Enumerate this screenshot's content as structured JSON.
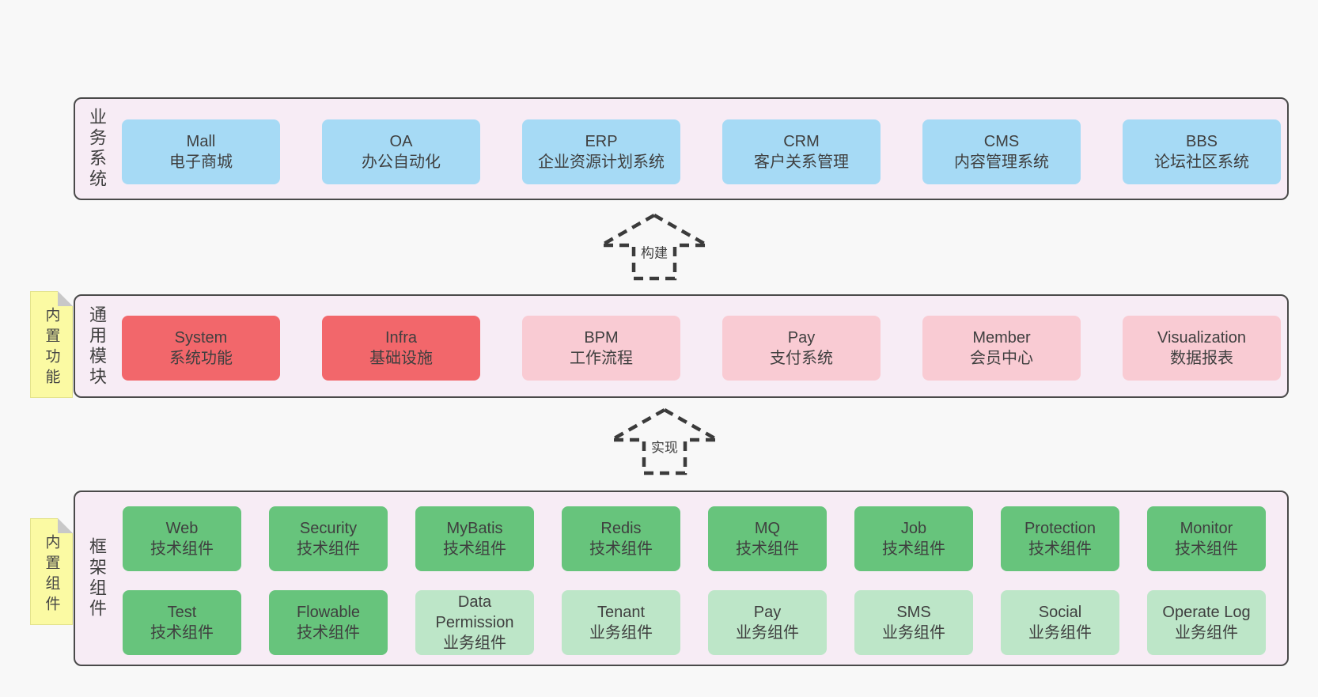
{
  "colors": {
    "page_bg": "#f8f8f8",
    "container_bg": "#f7ecf5",
    "container_border": "#4a4a4a",
    "text": "#3f3f3f",
    "blue": "#a6daf5",
    "red": "#f2676b",
    "pink": "#f9cbd3",
    "green_dark": "#67c47c",
    "green_light": "#bde6c8",
    "yellow": "#fbfaa3",
    "fold_gray": "#c8c8c8",
    "arrow": "#3b3b3b"
  },
  "sections": [
    {
      "key": "business-systems",
      "side_label": "业务系统",
      "rows": [
        {
          "boxes": [
            {
              "en": "Mall",
              "zh": "电子商城",
              "type": "blue"
            },
            {
              "en": "OA",
              "zh": "办公自动化",
              "type": "blue"
            },
            {
              "en": "ERP",
              "zh": "企业资源计划系统",
              "type": "blue"
            },
            {
              "en": "CRM",
              "zh": "客户关系管理",
              "type": "blue"
            },
            {
              "en": "CMS",
              "zh": "内容管理系统",
              "type": "blue"
            },
            {
              "en": "BBS",
              "zh": "论坛社区系统",
              "type": "blue"
            }
          ]
        }
      ]
    },
    {
      "key": "common-modules",
      "side_label": "通用模块",
      "sticky_note": "内置功能",
      "rows": [
        {
          "boxes": [
            {
              "en": "System",
              "zh": "系统功能",
              "type": "red"
            },
            {
              "en": "Infra",
              "zh": "基础设施",
              "type": "red"
            },
            {
              "en": "BPM",
              "zh": "工作流程",
              "type": "pink"
            },
            {
              "en": "Pay",
              "zh": "支付系统",
              "type": "pink"
            },
            {
              "en": "Member",
              "zh": "会员中心",
              "type": "pink"
            },
            {
              "en": "Visualization",
              "zh": "数据报表",
              "type": "pink"
            }
          ]
        }
      ]
    },
    {
      "key": "framework-components",
      "side_label": "框架组件",
      "sticky_note": "内置组件",
      "rows": [
        {
          "boxes": [
            {
              "en": "Web",
              "zh": "技术组件",
              "type": "green"
            },
            {
              "en": "Security",
              "zh": "技术组件",
              "type": "green"
            },
            {
              "en": "MyBatis",
              "zh": "技术组件",
              "type": "green"
            },
            {
              "en": "Redis",
              "zh": "技术组件",
              "type": "green"
            },
            {
              "en": "MQ",
              "zh": "技术组件",
              "type": "green"
            },
            {
              "en": "Job",
              "zh": "技术组件",
              "type": "green"
            },
            {
              "en": "Protection",
              "zh": "技术组件",
              "type": "green"
            },
            {
              "en": "Monitor",
              "zh": "技术组件",
              "type": "green"
            }
          ]
        },
        {
          "boxes": [
            {
              "en": "Test",
              "zh": "技术组件",
              "type": "green"
            },
            {
              "en": "Flowable",
              "zh": "技术组件",
              "type": "green"
            },
            {
              "en": "Data Permission",
              "zh": "业务组件",
              "type": "green-light"
            },
            {
              "en": "Tenant",
              "zh": "业务组件",
              "type": "green-light"
            },
            {
              "en": "Pay",
              "zh": "业务组件",
              "type": "green-light"
            },
            {
              "en": "SMS",
              "zh": "业务组件",
              "type": "green-light"
            },
            {
              "en": "Social",
              "zh": "业务组件",
              "type": "green-light"
            },
            {
              "en": "Operate Log",
              "zh": "业务组件",
              "type": "green-light"
            }
          ]
        }
      ]
    }
  ],
  "arrows": [
    {
      "label": "构建"
    },
    {
      "label": "实现"
    }
  ]
}
